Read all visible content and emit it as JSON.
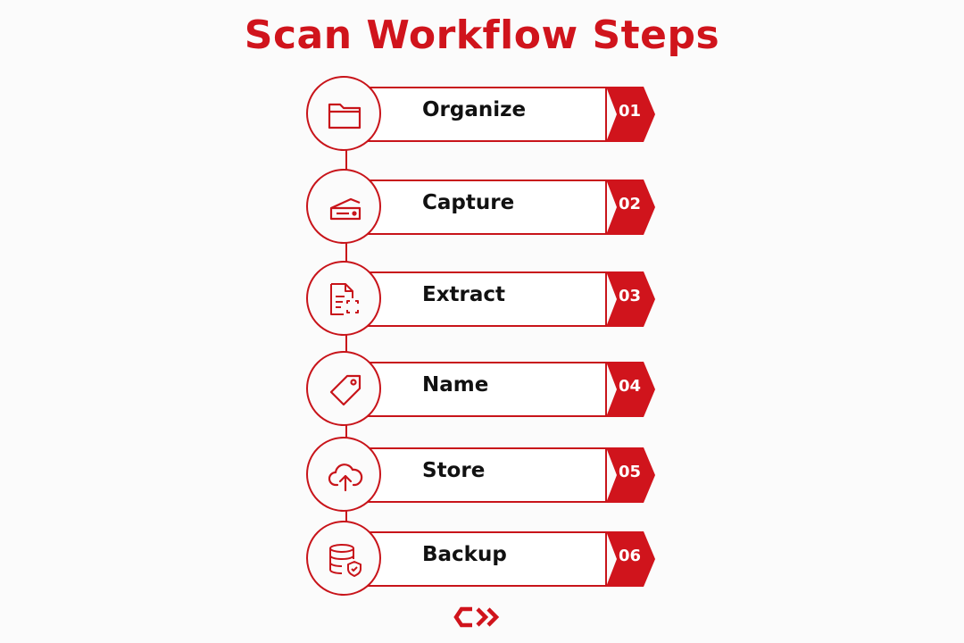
{
  "title": "Scan Workflow Steps",
  "colors": {
    "accent": "#d0141c",
    "text": "#111111",
    "background": "#fbfbfb"
  },
  "steps": [
    {
      "label": "Organize",
      "number": "01",
      "icon": "folder-icon"
    },
    {
      "label": "Capture",
      "number": "02",
      "icon": "scanner-icon"
    },
    {
      "label": "Extract",
      "number": "03",
      "icon": "document-scan-icon"
    },
    {
      "label": "Name",
      "number": "04",
      "icon": "tag-icon"
    },
    {
      "label": "Store",
      "number": "05",
      "icon": "cloud-upload-icon"
    },
    {
      "label": "Backup",
      "number": "06",
      "icon": "database-shield-icon"
    }
  ],
  "logo": "chevron-logo-icon"
}
